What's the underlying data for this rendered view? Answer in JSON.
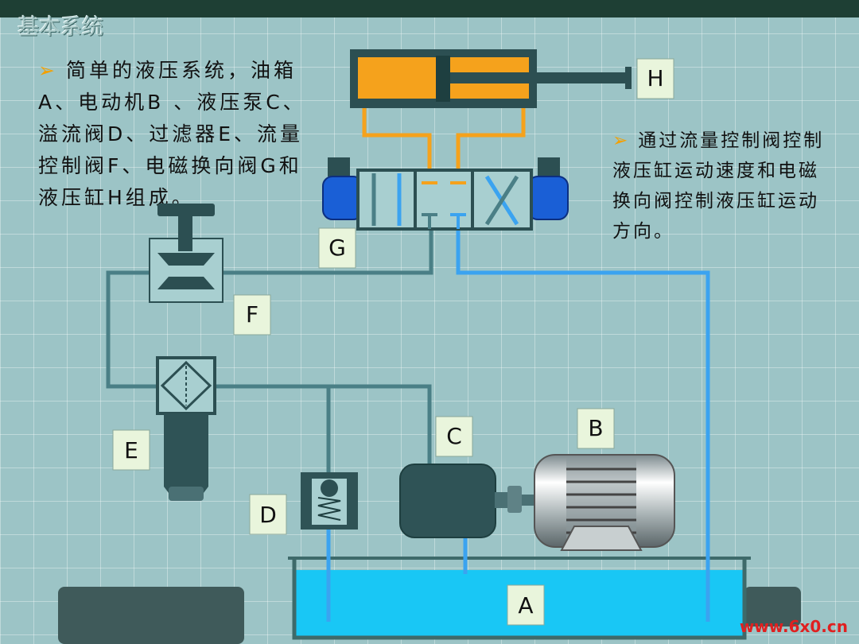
{
  "title": "基本系统",
  "intro_text": "简单的液压系统，油箱A、电动机B 、液压泵C、溢流阀D、过滤器E、流量控制阀F、电磁换向阀G和液压缸H组成。",
  "control_text": "通过流量控制阀控制液压缸运动速度和电磁换向阀控制液压缸运动方向。",
  "labels": {
    "A": "A",
    "B": "B",
    "C": "C",
    "D": "D",
    "E": "E",
    "F": "F",
    "G": "G",
    "H": "H"
  },
  "watermark": "www.6x0.cn",
  "colors": {
    "background": "#9cc4c6",
    "cylinder_oil": "#f5a21c",
    "return_line": "#3ba3f0",
    "pressure_line": "#4a7f86",
    "solenoid": "#1a5fd6",
    "tank_water": "#19c7f5",
    "label_bg": "#e9f5dc",
    "bullet": "#f4a000"
  }
}
